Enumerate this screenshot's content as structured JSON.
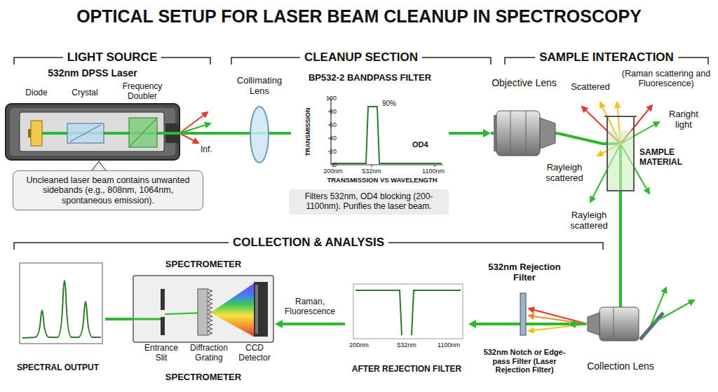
{
  "diagram": {
    "title": "OPTICAL SETUP FOR LASER BEAM CLEANUP IN SPECTROSCOPY",
    "nodes": [
      {
        "text": [
          "532nm DPSS Laser"
        ]
      },
      {
        "text": [
          "Diode"
        ],
        "in": 0
      },
      {
        "text": [
          "Crystal"
        ],
        "in": 0
      },
      {
        "text": [
          "Frequency Doubler"
        ],
        "in": 0
      },
      {
        "text": [
          "Uncleaned laser beam contains unwanted sidebands (e.g., 808nm, 1064nm, spontaneous emission)."
        ]
      },
      {
        "text": [
          "Collimating Lens"
        ]
      },
      {
        "text": [
          "BP532-2 BANDPASS FILTER"
        ]
      },
      {
        "text": [
          "Filters 532nm, OD4 blocking (200-1100nm). Purifies the laser beam."
        ]
      },
      {
        "text": [
          "Objective Lens"
        ]
      },
      {
        "text": [
          "SAMPLE MATERIAL"
        ]
      },
      {
        "text": [
          "Collection Lens"
        ]
      },
      {
        "text": [
          "532nm Rejection Filter",
          "532nm Notch or Edge-pass Filter (Laser Rejection Filter)"
        ]
      },
      {
        "text": [
          "AFTER REJECTION FILTER"
        ]
      },
      {
        "text": [
          "SPECTROMETER",
          "SPECTROMETER"
        ]
      },
      {
        "text": [
          "Entrance Slit"
        ],
        "in": 13
      },
      {
        "text": [
          "Diffraction Grating"
        ],
        "in": 13
      },
      {
        "text": [
          "CCD Detector"
        ],
        "in": 13
      },
      {
        "text": [
          "SPECTRAL OUTPUT"
        ]
      }
    ],
    "edges": [
      {
        "from": 0,
        "to": 5,
        "arrow": "none"
      },
      {
        "from": 5,
        "to": 6,
        "arrow": "none"
      },
      {
        "from": 6,
        "to": 8,
        "arrow": "to"
      },
      {
        "from": 8,
        "to": 9,
        "arrow": "none"
      },
      {
        "from": 9,
        "to": 10,
        "arrow": "none"
      },
      {
        "from": 10,
        "to": 11,
        "arrow": "to"
      },
      {
        "from": 11,
        "to": 12,
        "arrow": "to"
      },
      {
        "from": 12,
        "to": 13,
        "label": "Raman, Fluorescence",
        "arrow": "to"
      },
      {
        "from": 13,
        "to": 17,
        "arrow": "none"
      }
    ],
    "labels": [
      "LIGHT SOURCE",
      "CLEANUP SECTION",
      "SAMPLE INTERACTION",
      "Inf.",
      "TRANSMISSION",
      "100",
      "80",
      "60",
      "40",
      "20",
      "0",
      "90%",
      "OD4",
      "200nm",
      "532nm",
      "1100nm",
      "TRANSMISSION VS WAVELENGTH",
      "Scattered",
      "(Raman scattering and Fluorescence)",
      "Raright light",
      "Rayleigh scattered",
      "Rayleigh scattered",
      "COLLECTION & ANALYSIS",
      "200nm",
      "532nm",
      "1100nm"
    ]
  }
}
